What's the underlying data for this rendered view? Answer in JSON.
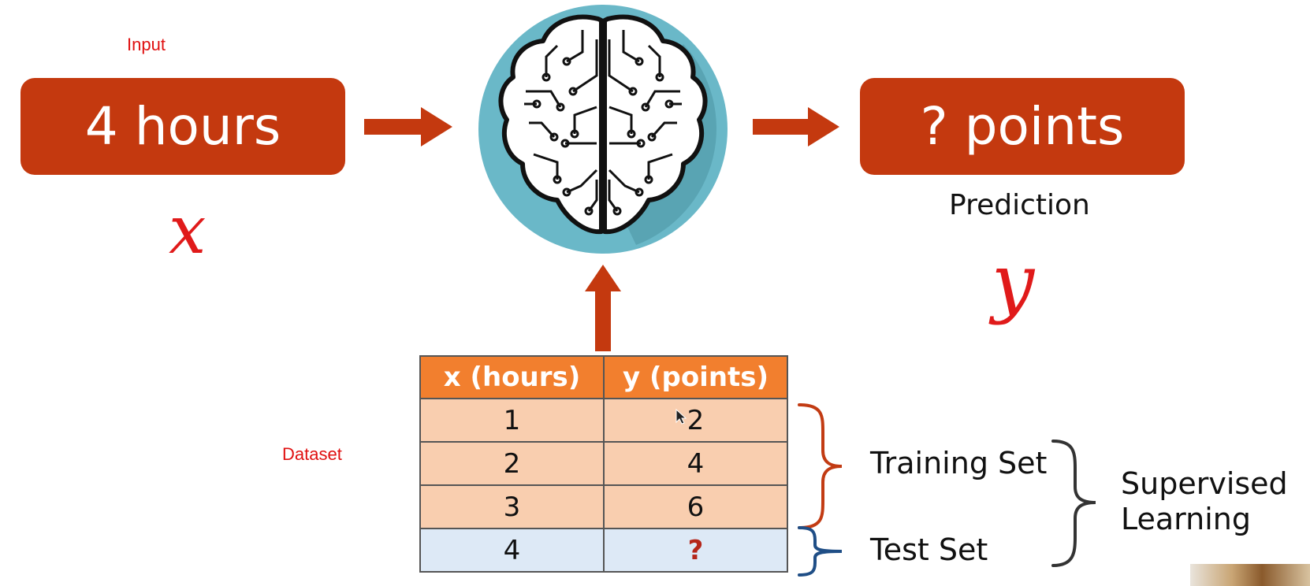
{
  "labels": {
    "input": "Input",
    "dataset": "Dataset"
  },
  "input_box": {
    "text": "4 hours"
  },
  "output_box": {
    "text": "? points"
  },
  "prediction_caption": "Prediction",
  "handwriting": {
    "x": "x",
    "y": "y"
  },
  "table": {
    "headers": [
      "x (hours)",
      "y (points)"
    ],
    "training_rows": [
      [
        "1",
        "2"
      ],
      [
        "2",
        "4"
      ],
      [
        "3",
        "6"
      ]
    ],
    "test_row": [
      "4",
      "?"
    ]
  },
  "braces": {
    "training_set": "Training Set",
    "test_set": "Test Set",
    "supervised_line1": "Supervised",
    "supervised_line2": "Learning"
  },
  "colors": {
    "box": "#c4390f",
    "arrow": "#c4390f",
    "header": "#f27f2e",
    "train_row": "#f9ceaf",
    "test_row": "#dde9f6",
    "training_brace": "#c23b13",
    "test_brace": "#1f4e86",
    "handwriting": "#e01a1a",
    "brain_disc": "#6ab8c8"
  },
  "icons": [
    "brain-circuit-icon",
    "right-arrow-icon",
    "up-arrow-icon",
    "curly-brace-icon",
    "mouse-cursor-icon"
  ]
}
